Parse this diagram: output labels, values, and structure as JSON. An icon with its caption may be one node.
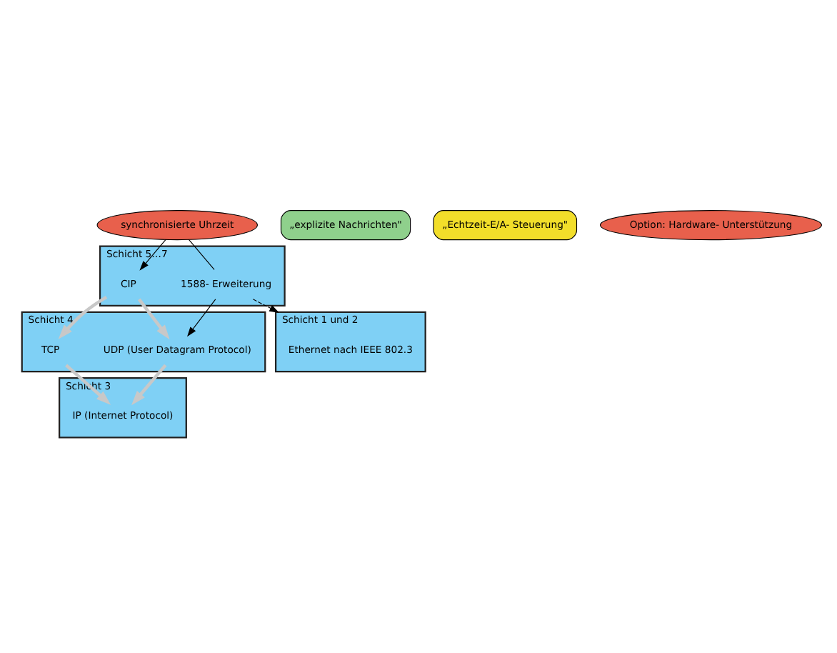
{
  "diagram": {
    "nodes": [
      {
        "text": [
          "Schicht 5…7"
        ]
      },
      {
        "text": [
          "CIP"
        ],
        "in": 0
      },
      {
        "text": [
          "1588- Erweiterung"
        ],
        "in": 0
      },
      {
        "text": [
          "synchronisierte Uhrzeit"
        ]
      },
      {
        "text": [
          "Schicht 4"
        ]
      },
      {
        "text": [
          "TCP"
        ],
        "in": 4
      },
      {
        "text": [
          "UDP (User Datagram Protocol)"
        ],
        "in": 4
      },
      {
        "text": [
          "Schicht 3"
        ]
      },
      {
        "text": [
          "IP (Internet Protocol)"
        ],
        "in": 7
      },
      {
        "text": [
          "„explizite Nachrichten\""
        ]
      },
      {
        "text": [
          "„Echtzeit-E/A- Steuerung\""
        ]
      },
      {
        "text": [
          "Schicht 1 und 2"
        ]
      },
      {
        "text": [
          "Ethernet nach IEEE 802.3"
        ],
        "in": 11
      },
      {
        "text": [
          "Option: Hardware- Unterstützung"
        ]
      }
    ],
    "edges": [
      {
        "from": 3,
        "to": 1,
        "arrow": "to"
      },
      {
        "from": 3,
        "to": 2,
        "arrow": "none"
      },
      {
        "from": 1,
        "to": 5,
        "arrow": "to",
        "style": "thick",
        "color": "#c8c8c8"
      },
      {
        "from": 1,
        "to": 6,
        "arrow": "to",
        "style": "thick",
        "color": "#c8c8c8"
      },
      {
        "from": 2,
        "to": 6,
        "arrow": "to"
      },
      {
        "from": 5,
        "to": 8,
        "arrow": "to",
        "style": "thick",
        "color": "#c8c8c8"
      },
      {
        "from": 6,
        "to": 8,
        "arrow": "to",
        "style": "thick",
        "color": "#c8c8c8"
      },
      {
        "from": 2,
        "to": 11,
        "arrow": "to",
        "style": "dashed"
      }
    ]
  }
}
